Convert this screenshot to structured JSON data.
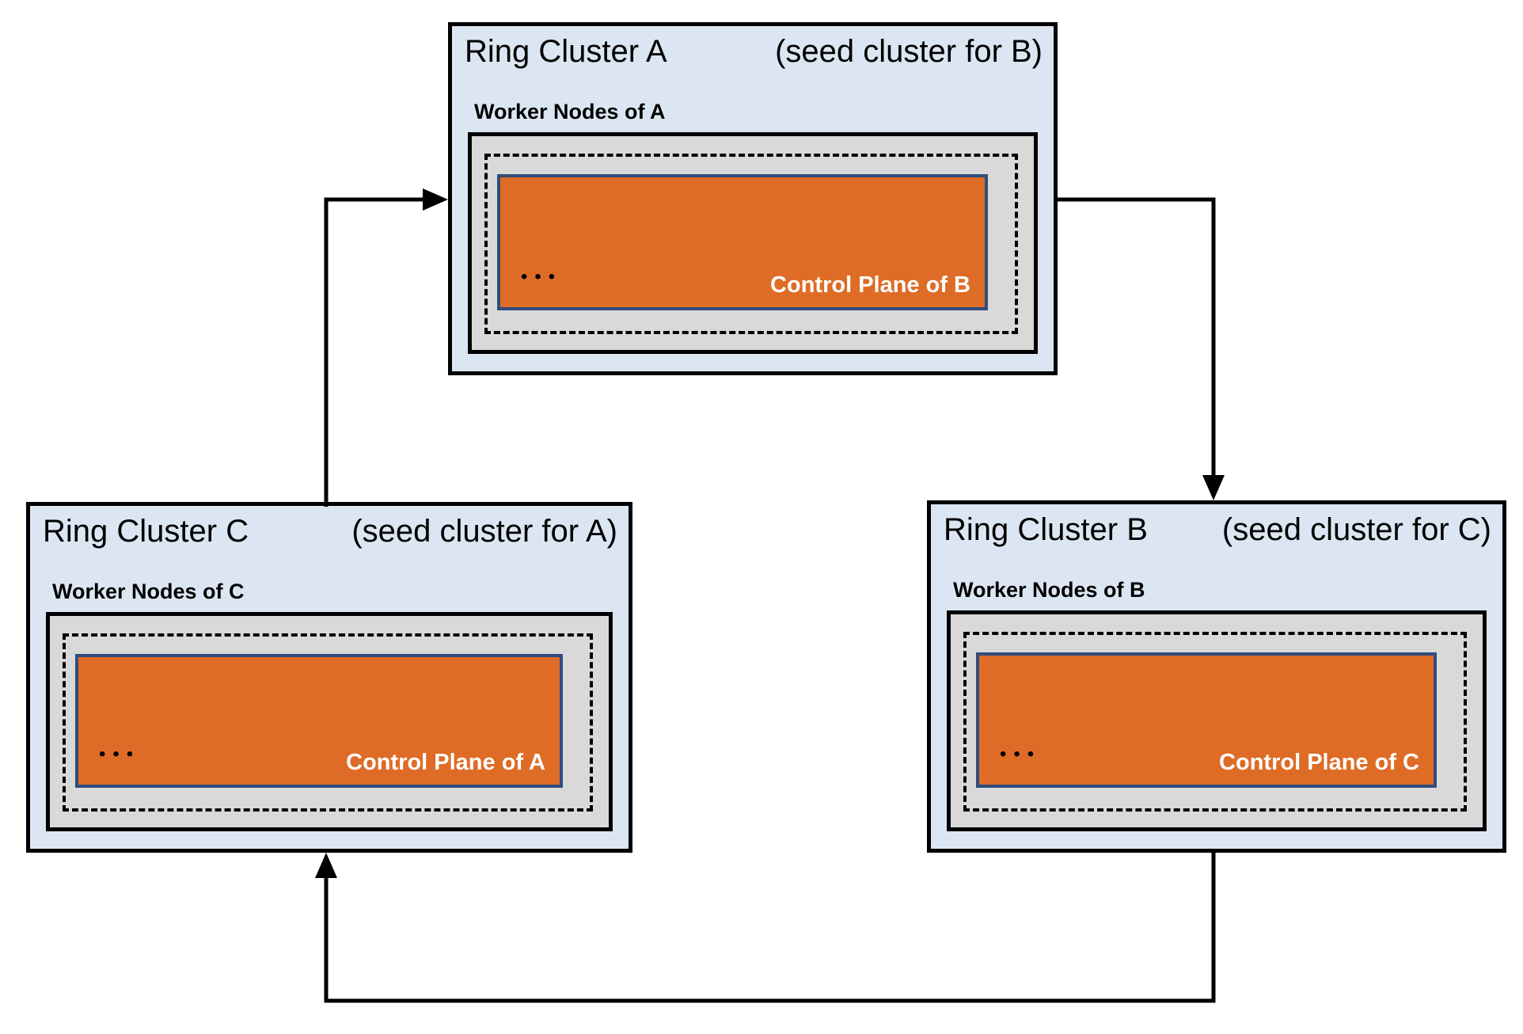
{
  "diagram": {
    "type": "ring-cluster-topology",
    "colors": {
      "cluster_bg": "#dce6f2",
      "cluster_border": "#000000",
      "worker_bg": "#d9d9d9",
      "control_plane_bg": "#de6c26",
      "control_plane_border": "#2f4d7c",
      "control_plane_text": "#ffffff",
      "arrow": "#000000"
    },
    "clusters": [
      {
        "id": "A",
        "title": "Ring Cluster A",
        "seed_note": "(seed cluster for B)",
        "worker_label": "Worker Nodes of A",
        "control_plane_label": "Control Plane of B",
        "ellipsis": "•••"
      },
      {
        "id": "C",
        "title": "Ring Cluster C",
        "seed_note": "(seed cluster for A)",
        "worker_label": "Worker Nodes of C",
        "control_plane_label": "Control Plane of A",
        "ellipsis": "•••"
      },
      {
        "id": "B",
        "title": "Ring Cluster B",
        "seed_note": "(seed cluster for C)",
        "worker_label": "Worker Nodes of B",
        "control_plane_label": "Control Plane of C",
        "ellipsis": "•••"
      }
    ],
    "connections": [
      {
        "from": "Ring Cluster C",
        "to": "Ring Cluster A"
      },
      {
        "from": "Ring Cluster A",
        "to": "Ring Cluster B"
      },
      {
        "from": "Ring Cluster B",
        "to": "Ring Cluster C"
      }
    ]
  }
}
